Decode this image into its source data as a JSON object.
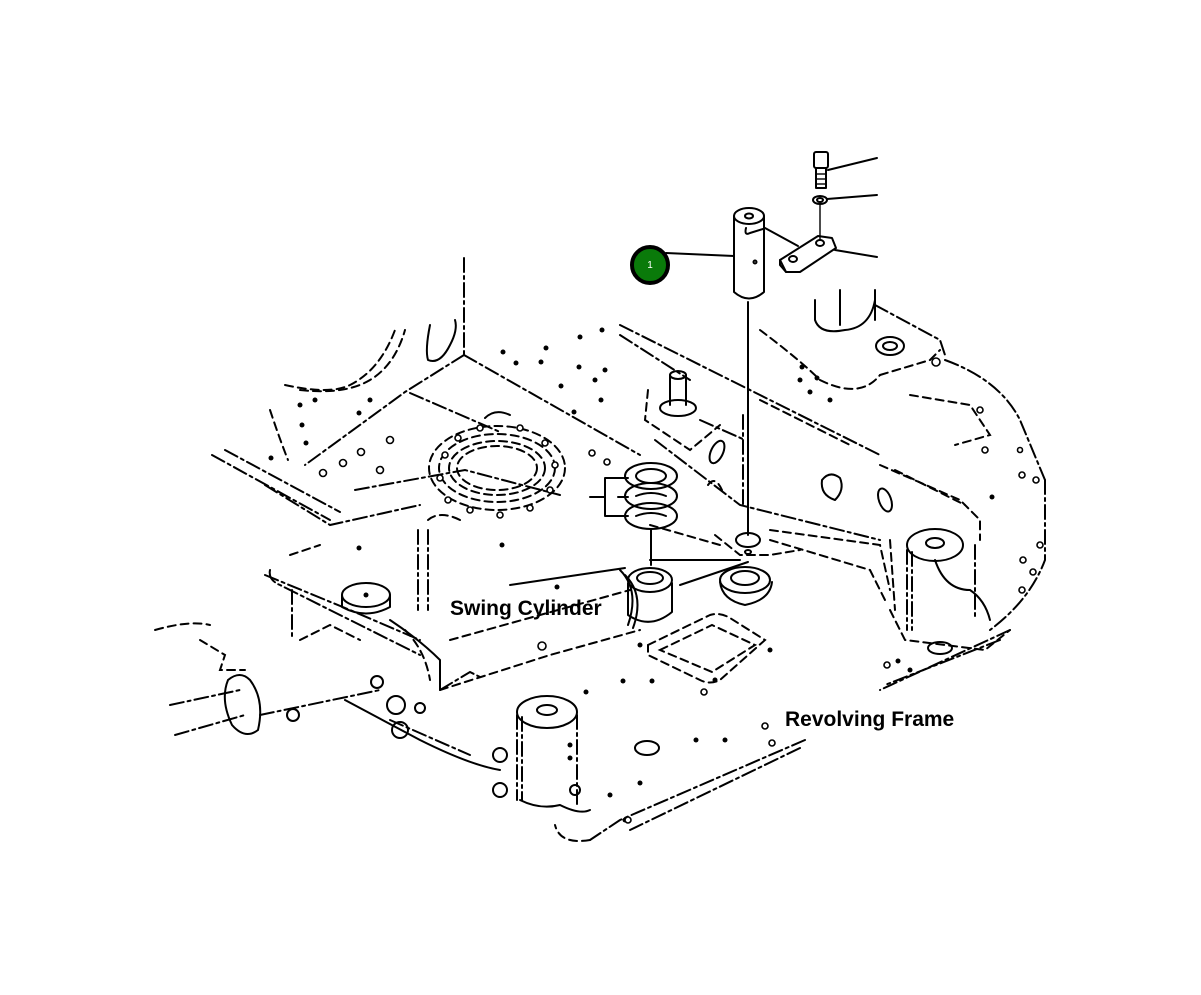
{
  "diagram": {
    "type": "exploded-parts-illustration",
    "subject": "Swing cylinder mounting pin on revolving frame",
    "background": "#ffffff",
    "line_color": "#000000"
  },
  "labels": {
    "swing_cylinder": "Swing Cylinder",
    "revolving_frame": "Revolving Frame"
  },
  "callouts": [
    {
      "number": "1",
      "part": "pin",
      "fill": "#0a7a0a",
      "border": "#000000",
      "text_color": "#ffffff"
    }
  ],
  "parts": [
    {
      "name": "cap-screw"
    },
    {
      "name": "washer"
    },
    {
      "name": "lock-plate"
    },
    {
      "name": "pin"
    },
    {
      "name": "shims"
    },
    {
      "name": "swing-cylinder"
    },
    {
      "name": "revolving-frame"
    }
  ]
}
